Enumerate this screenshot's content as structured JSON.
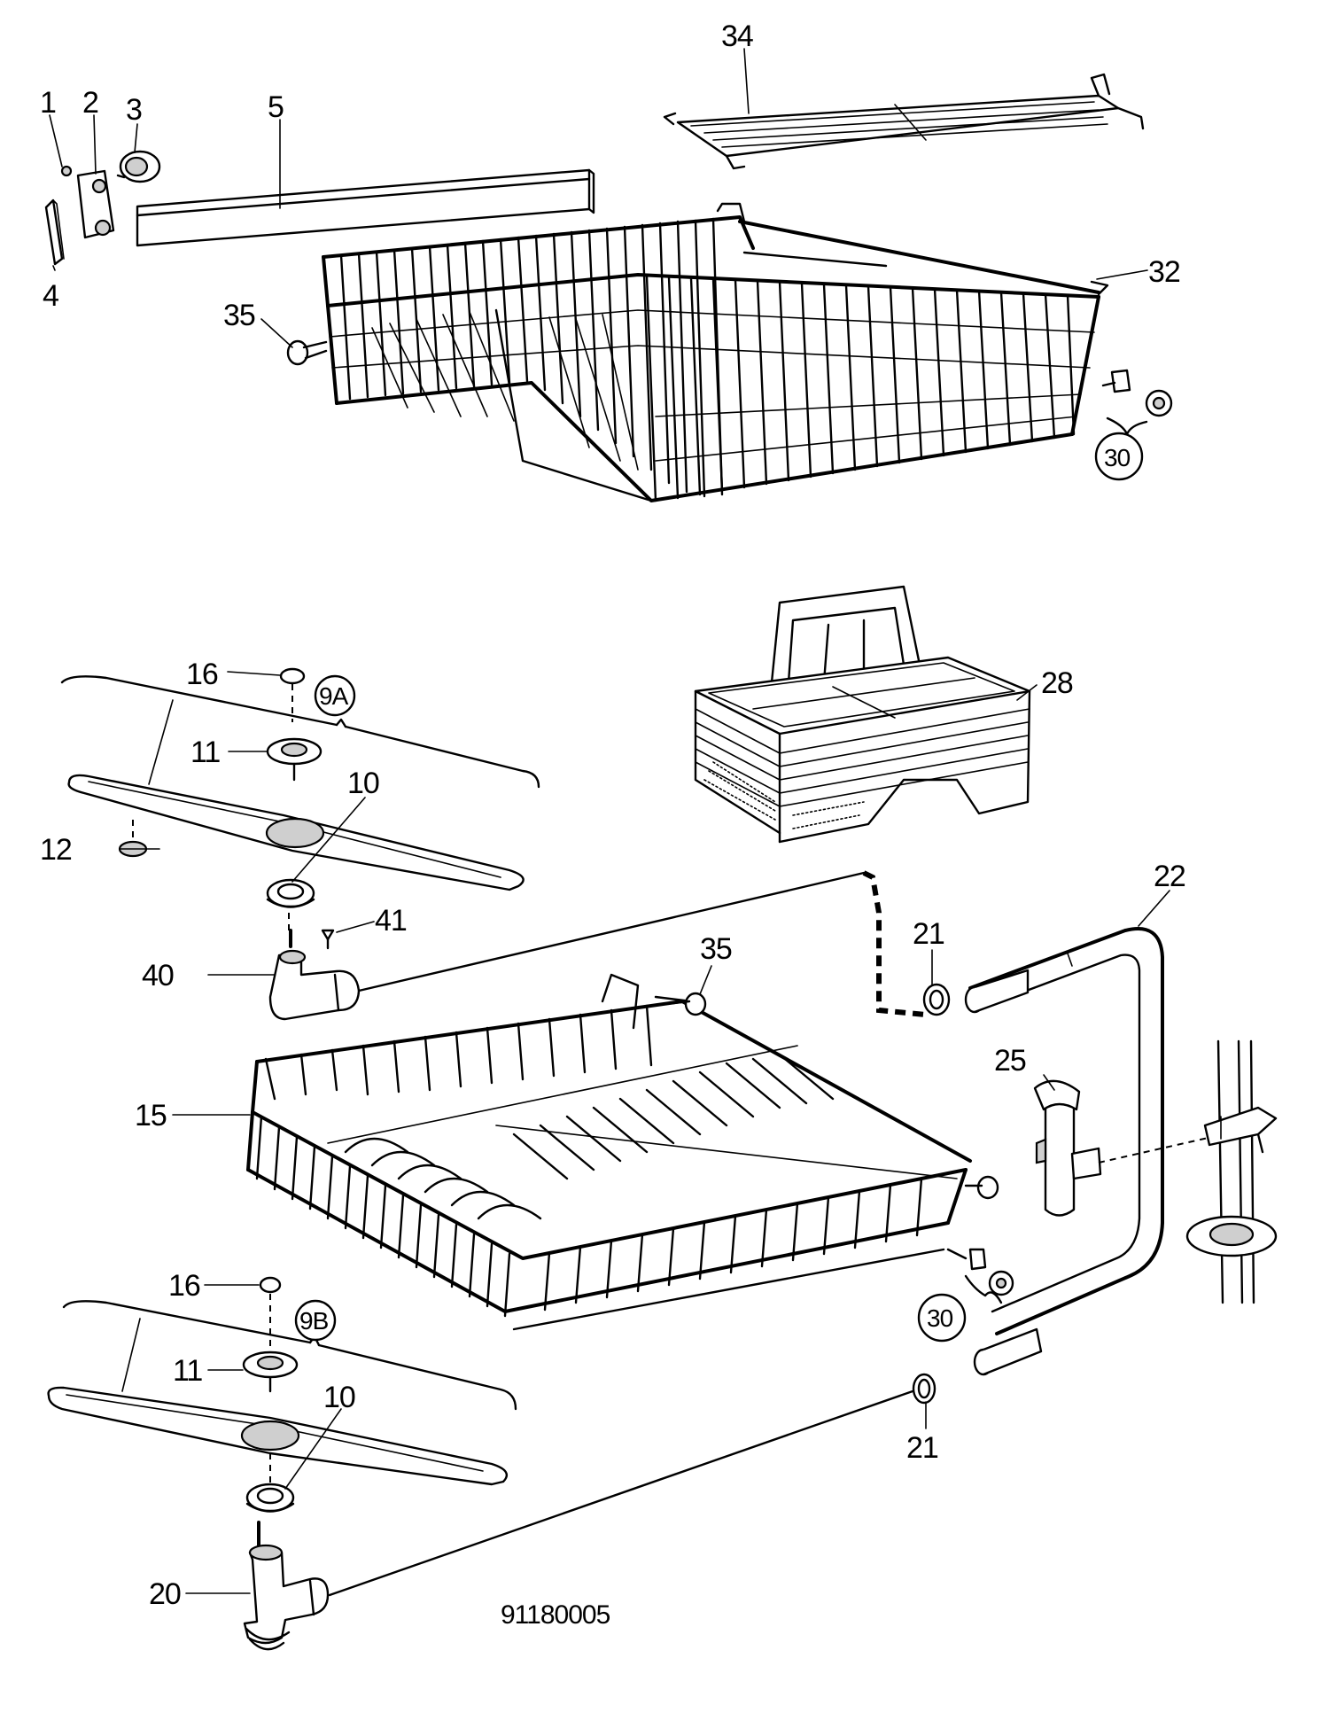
{
  "labels": {
    "p1": "1",
    "p2": "2",
    "p3": "3",
    "p4": "4",
    "p5": "5",
    "p34": "34",
    "p35_top": "35",
    "p32": "32",
    "p30_top": "30",
    "p16_a": "16",
    "p9a": "9A",
    "p11_a": "11",
    "p10_a": "10",
    "p12": "12",
    "p41": "41",
    "p40": "40",
    "p28": "28",
    "p22": "22",
    "p21_top": "21",
    "p35_mid": "35",
    "p25": "25",
    "p15": "15",
    "p30_bot": "30",
    "p16_b": "16",
    "p9b": "9B",
    "p11_b": "11",
    "p10_b": "10",
    "p21_bot": "21",
    "p20": "20"
  },
  "drawing_number": "91180005",
  "colors": {
    "ink": "#000000",
    "paper": "#ffffff"
  }
}
